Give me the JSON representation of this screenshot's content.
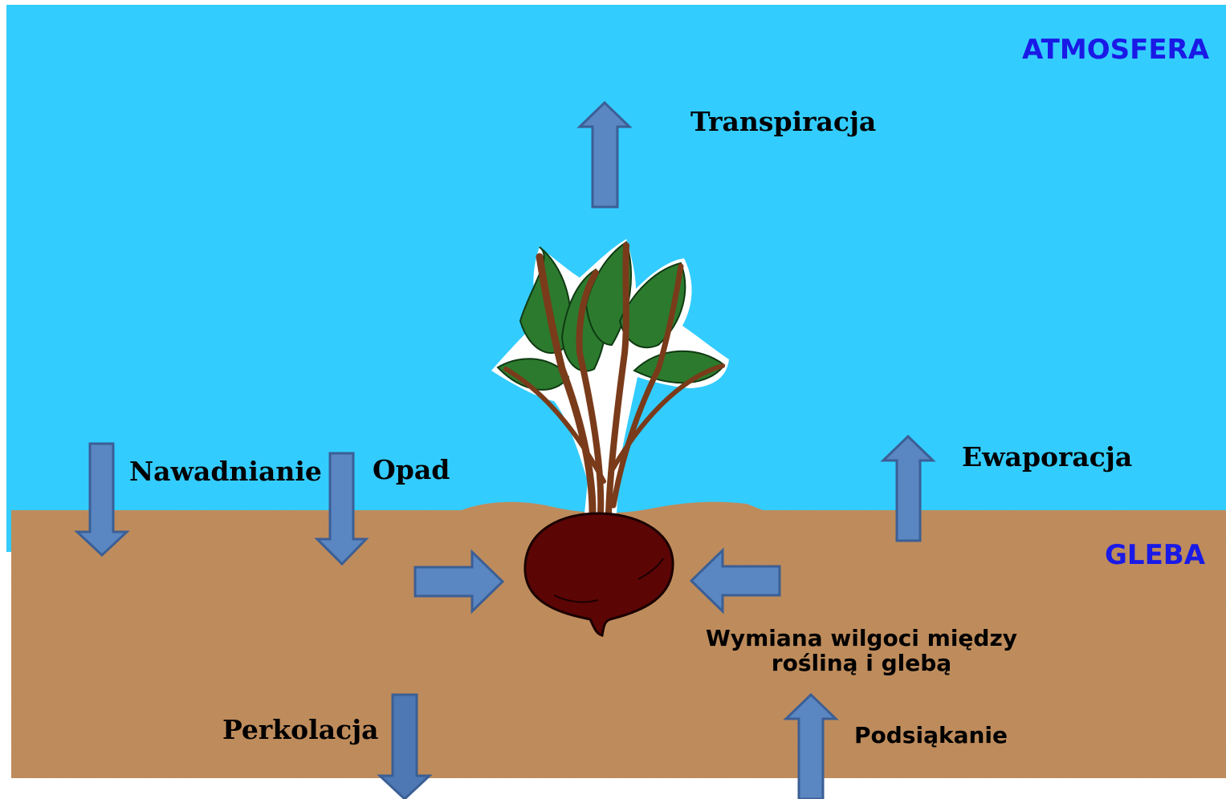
{
  "zones": {
    "atmosphere": "ATMOSFERA",
    "soil": "GLEBA"
  },
  "processes": {
    "transpiration": "Transpiracja",
    "irrigation": "Nawadnianie",
    "precipitation": "Opad",
    "evaporation": "Ewaporacja",
    "exchange_line1": "Wymiana wilgoci między",
    "exchange_line2": "rośliną i glebą",
    "percolation": "Perkolacja",
    "capillary_rise": "Podsiąkanie"
  },
  "colors": {
    "sky": "#33ccff",
    "soil": "#c28a5a",
    "arrow_fill": "#5a86c2",
    "arrow_stroke": "#3b5f95",
    "zone_text": "#1a1ae6",
    "leaf": "#2c7a2e",
    "stem": "#7a3b1a",
    "beet": "#5c0505"
  },
  "icons": {
    "plant": "beetroot-plant-icon",
    "arrow": "block-arrow"
  }
}
